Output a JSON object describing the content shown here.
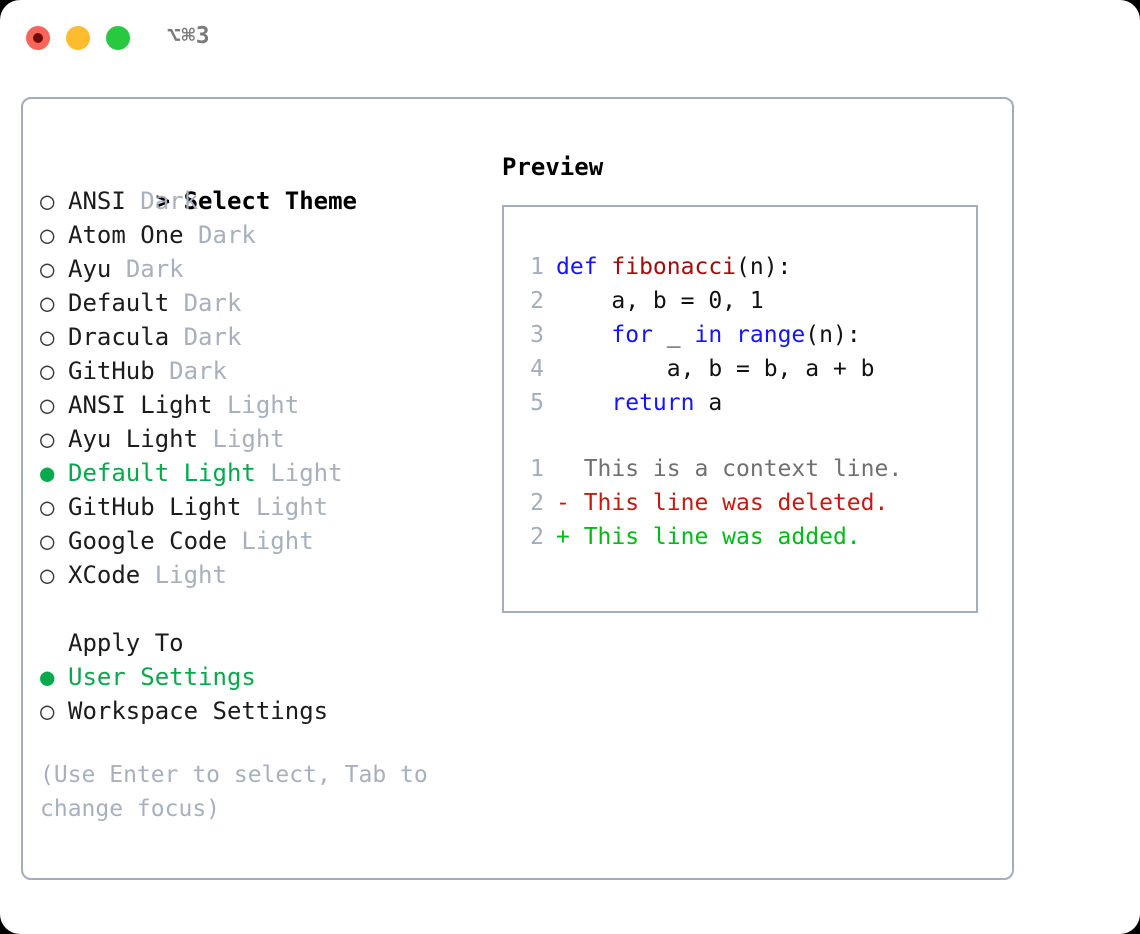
{
  "titlebar": {
    "shortcut": "⌥⌘3",
    "buttons": [
      "close",
      "minimize",
      "maximize"
    ]
  },
  "theme_picker": {
    "header_marker": ">",
    "header_label": "Select Theme",
    "marker_unselected": "○",
    "marker_selected": "●",
    "items": [
      {
        "name": "ANSI",
        "tag": "Dark",
        "selected": false
      },
      {
        "name": "Atom One",
        "tag": "Dark",
        "selected": false
      },
      {
        "name": "Ayu",
        "tag": "Dark",
        "selected": false
      },
      {
        "name": "Default",
        "tag": "Dark",
        "selected": false
      },
      {
        "name": "Dracula",
        "tag": "Dark",
        "selected": false
      },
      {
        "name": "GitHub",
        "tag": "Dark",
        "selected": false
      },
      {
        "name": "ANSI Light",
        "tag": "Light",
        "selected": false
      },
      {
        "name": "Ayu Light",
        "tag": "Light",
        "selected": false
      },
      {
        "name": "Default Light",
        "tag": "Light",
        "selected": true
      },
      {
        "name": "GitHub Light",
        "tag": "Light",
        "selected": false
      },
      {
        "name": "Google Code",
        "tag": "Light",
        "selected": false
      },
      {
        "name": "XCode",
        "tag": "Light",
        "selected": false
      }
    ]
  },
  "apply_to": {
    "heading": "Apply To",
    "options": [
      {
        "label": "User Settings",
        "selected": true
      },
      {
        "label": "Workspace Settings",
        "selected": false
      }
    ]
  },
  "hint": "(Use Enter to select, Tab to change focus)",
  "preview": {
    "title": "Preview",
    "code_lines": [
      {
        "num": "1",
        "tokens": [
          {
            "t": "def ",
            "c": "kw"
          },
          {
            "t": "fibonacci",
            "c": "fn"
          },
          {
            "t": "(n):",
            "c": "pl"
          }
        ]
      },
      {
        "num": "2",
        "tokens": [
          {
            "t": "    a, b = 0, 1",
            "c": "pl"
          }
        ]
      },
      {
        "num": "3",
        "tokens": [
          {
            "t": "    ",
            "c": "pl"
          },
          {
            "t": "for",
            "c": "kw"
          },
          {
            "t": " _ ",
            "c": "pl"
          },
          {
            "t": "in",
            "c": "kw"
          },
          {
            "t": " ",
            "c": "pl"
          },
          {
            "t": "range",
            "c": "kw"
          },
          {
            "t": "(n):",
            "c": "pl"
          }
        ]
      },
      {
        "num": "4",
        "tokens": [
          {
            "t": "        a, b = b, a + b",
            "c": "pl"
          }
        ]
      },
      {
        "num": "5",
        "tokens": [
          {
            "t": "    ",
            "c": "pl"
          },
          {
            "t": "return",
            "c": "kw"
          },
          {
            "t": " a",
            "c": "pl"
          }
        ]
      }
    ],
    "diff_lines": [
      {
        "num": "1",
        "sign": "  ",
        "text": "This is a context line.",
        "kind": "ctx"
      },
      {
        "num": "2",
        "sign": "- ",
        "text": "This line was deleted.",
        "kind": "del"
      },
      {
        "num": "2",
        "sign": "+ ",
        "text": "This line was added.",
        "kind": "add"
      }
    ]
  },
  "colors": {
    "accent_green": "#07a94c",
    "border": "#a3adbd",
    "muted": "#a8b0bd",
    "keyword_blue": "#1414ff",
    "function_red": "#a60b0b",
    "diff_delete": "#c41a10",
    "diff_add": "#00bb16",
    "traffic_red": "#f9655b",
    "traffic_amber": "#fbbd2e",
    "traffic_green": "#28c840"
  }
}
